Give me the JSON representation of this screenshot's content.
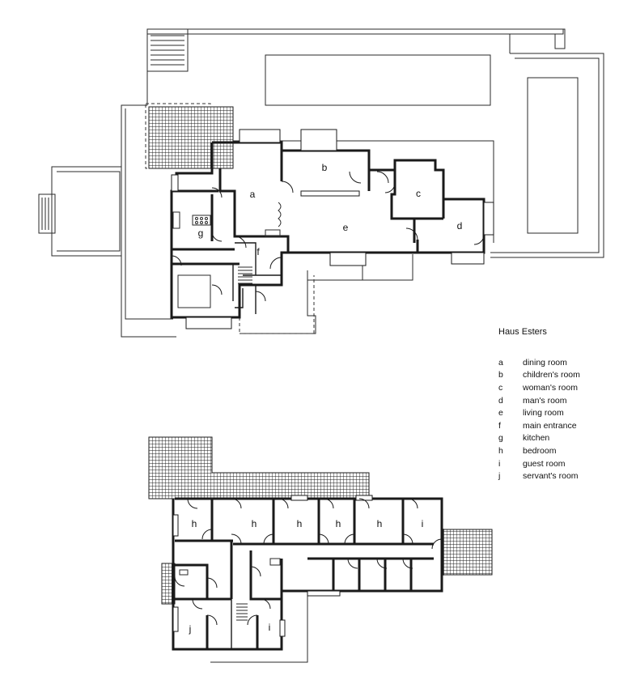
{
  "plan": {
    "title": "Haus Esters",
    "ground_floor_rooms": [
      "a",
      "b",
      "c",
      "d",
      "e",
      "f",
      "g"
    ],
    "upper_floor_rooms": [
      "h",
      "h",
      "h",
      "h",
      "h",
      "i",
      "j",
      "i"
    ]
  },
  "legend": [
    {
      "key": "a",
      "label": "dining room"
    },
    {
      "key": "b",
      "label": "children's room"
    },
    {
      "key": "c",
      "label": "woman's room"
    },
    {
      "key": "d",
      "label": "man's room"
    },
    {
      "key": "e",
      "label": "living room"
    },
    {
      "key": "f",
      "label": "main entrance"
    },
    {
      "key": "g",
      "label": "kitchen"
    },
    {
      "key": "h",
      "label": "bedroom"
    },
    {
      "key": "i",
      "label": "guest room"
    },
    {
      "key": "j",
      "label": "servant's room"
    }
  ]
}
